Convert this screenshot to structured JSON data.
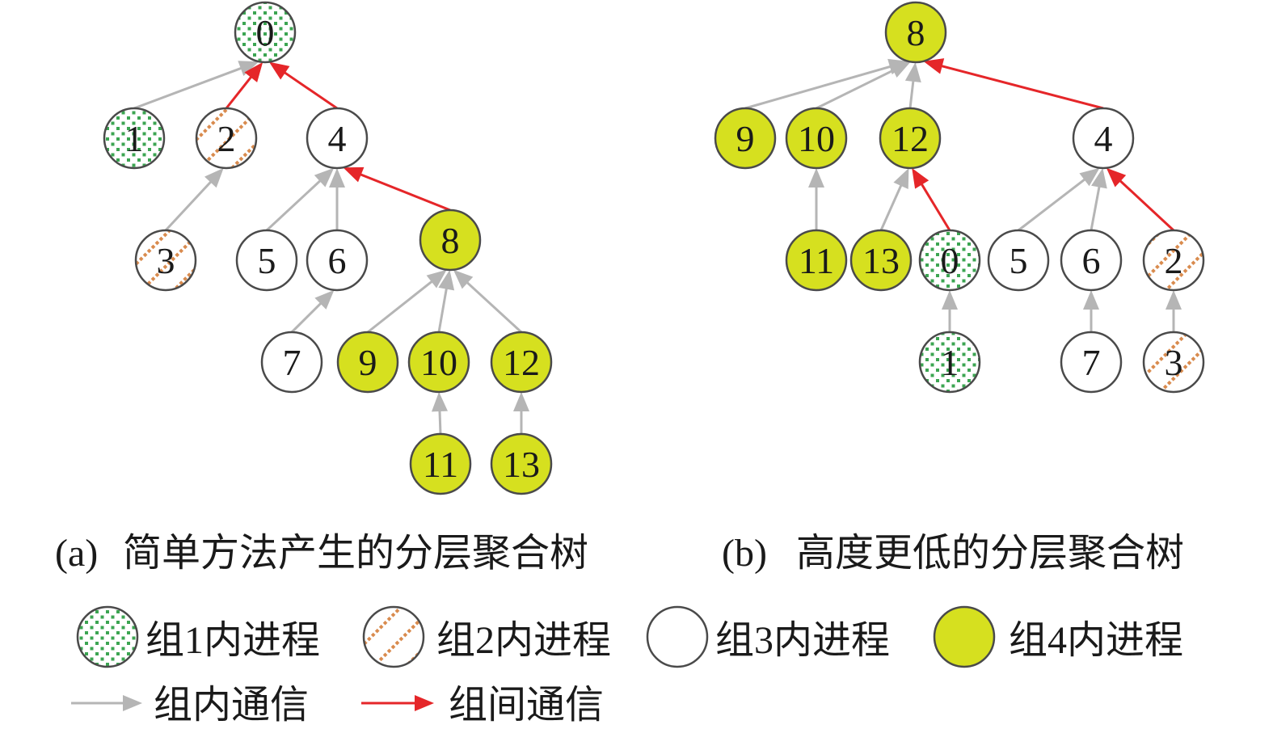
{
  "node_style": {
    "stroke": "#4a4a4a"
  },
  "groups": [
    {
      "id": 1,
      "label": "组1内进程",
      "pattern": "dots",
      "color": "#3ca552"
    },
    {
      "id": 2,
      "label": "组2内进程",
      "pattern": "diagonal",
      "color": "#d98b4e"
    },
    {
      "id": 3,
      "label": "组3内进程",
      "pattern": "none",
      "color": "#ffffff"
    },
    {
      "id": 4,
      "label": "组4内进程",
      "pattern": "solid",
      "color": "#d6e01f"
    }
  ],
  "edge_types": [
    {
      "id": "intra",
      "label": "组内通信",
      "color": "#b5b5b5"
    },
    {
      "id": "inter",
      "label": "组间通信",
      "color": "#e52629"
    }
  ],
  "trees": [
    {
      "id": "a",
      "tag": "(a)",
      "caption": "简单方法产生的分层聚合树",
      "nodes": [
        {
          "label": "0",
          "group": 1
        },
        {
          "label": "1",
          "group": 1
        },
        {
          "label": "2",
          "group": 2
        },
        {
          "label": "4",
          "group": 3
        },
        {
          "label": "3",
          "group": 2
        },
        {
          "label": "5",
          "group": 3
        },
        {
          "label": "6",
          "group": 3
        },
        {
          "label": "8",
          "group": 4
        },
        {
          "label": "7",
          "group": 3
        },
        {
          "label": "9",
          "group": 4
        },
        {
          "label": "10",
          "group": 4
        },
        {
          "label": "12",
          "group": 4
        },
        {
          "label": "11",
          "group": 4
        },
        {
          "label": "13",
          "group": 4
        }
      ],
      "edges": [
        {
          "from": "1",
          "to": "0",
          "type": "intra"
        },
        {
          "from": "2",
          "to": "0",
          "type": "inter"
        },
        {
          "from": "4",
          "to": "0",
          "type": "inter"
        },
        {
          "from": "3",
          "to": "2",
          "type": "intra"
        },
        {
          "from": "5",
          "to": "4",
          "type": "intra"
        },
        {
          "from": "6",
          "to": "4",
          "type": "intra"
        },
        {
          "from": "8",
          "to": "4",
          "type": "inter"
        },
        {
          "from": "7",
          "to": "6",
          "type": "intra"
        },
        {
          "from": "9",
          "to": "8",
          "type": "intra"
        },
        {
          "from": "10",
          "to": "8",
          "type": "intra"
        },
        {
          "from": "12",
          "to": "8",
          "type": "intra"
        },
        {
          "from": "11",
          "to": "10",
          "type": "intra"
        },
        {
          "from": "13",
          "to": "12",
          "type": "intra"
        }
      ]
    },
    {
      "id": "b",
      "tag": "(b)",
      "caption": "高度更低的分层聚合树",
      "nodes": [
        {
          "label": "8",
          "group": 4
        },
        {
          "label": "9",
          "group": 4
        },
        {
          "label": "10",
          "group": 4
        },
        {
          "label": "12",
          "group": 4
        },
        {
          "label": "4",
          "group": 3
        },
        {
          "label": "11",
          "group": 4
        },
        {
          "label": "13",
          "group": 4
        },
        {
          "label": "0",
          "group": 1
        },
        {
          "label": "5",
          "group": 3
        },
        {
          "label": "6",
          "group": 3
        },
        {
          "label": "2",
          "group": 2
        },
        {
          "label": "1",
          "group": 1
        },
        {
          "label": "7",
          "group": 3
        },
        {
          "label": "3",
          "group": 2
        }
      ],
      "edges": [
        {
          "from": "9",
          "to": "8",
          "type": "intra"
        },
        {
          "from": "10",
          "to": "8",
          "type": "intra"
        },
        {
          "from": "12",
          "to": "8",
          "type": "intra"
        },
        {
          "from": "4",
          "to": "8",
          "type": "inter"
        },
        {
          "from": "11",
          "to": "10",
          "type": "intra"
        },
        {
          "from": "13",
          "to": "12",
          "type": "intra"
        },
        {
          "from": "0",
          "to": "12",
          "type": "inter"
        },
        {
          "from": "5",
          "to": "4",
          "type": "intra"
        },
        {
          "from": "6",
          "to": "4",
          "type": "intra"
        },
        {
          "from": "2",
          "to": "4",
          "type": "inter"
        },
        {
          "from": "1",
          "to": "0",
          "type": "intra"
        },
        {
          "from": "7",
          "to": "6",
          "type": "intra"
        },
        {
          "from": "3",
          "to": "2",
          "type": "intra"
        }
      ]
    }
  ]
}
